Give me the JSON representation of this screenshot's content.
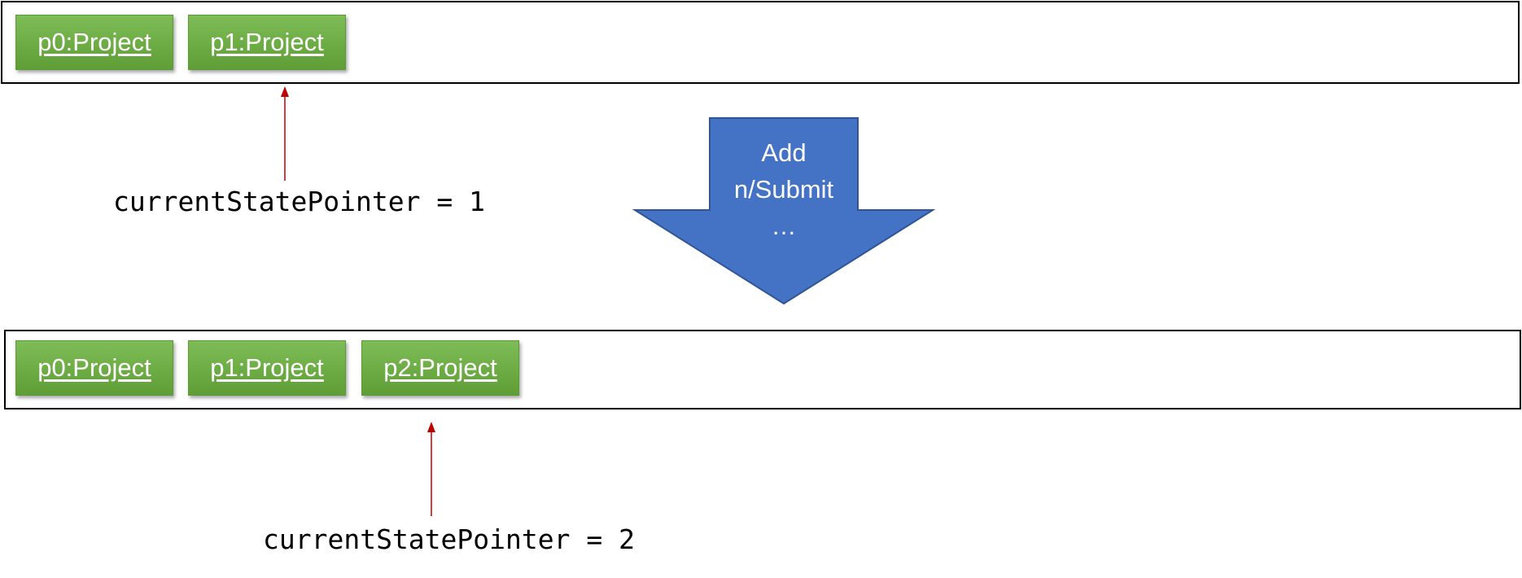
{
  "states": {
    "before": {
      "projects": [
        "p0:Project",
        "p1:Project"
      ],
      "pointer_label": "currentStatePointer = 1"
    },
    "after": {
      "projects": [
        "p0:Project",
        "p1:Project",
        "p2:Project"
      ],
      "pointer_label": "currentStatePointer = 2"
    }
  },
  "command": {
    "lines": [
      "Add",
      "n/Submit",
      "…"
    ]
  },
  "colors": {
    "project_fill": "#70ad47",
    "arrow_fill": "#4472c4",
    "pointer_arrow": "#c00000"
  }
}
